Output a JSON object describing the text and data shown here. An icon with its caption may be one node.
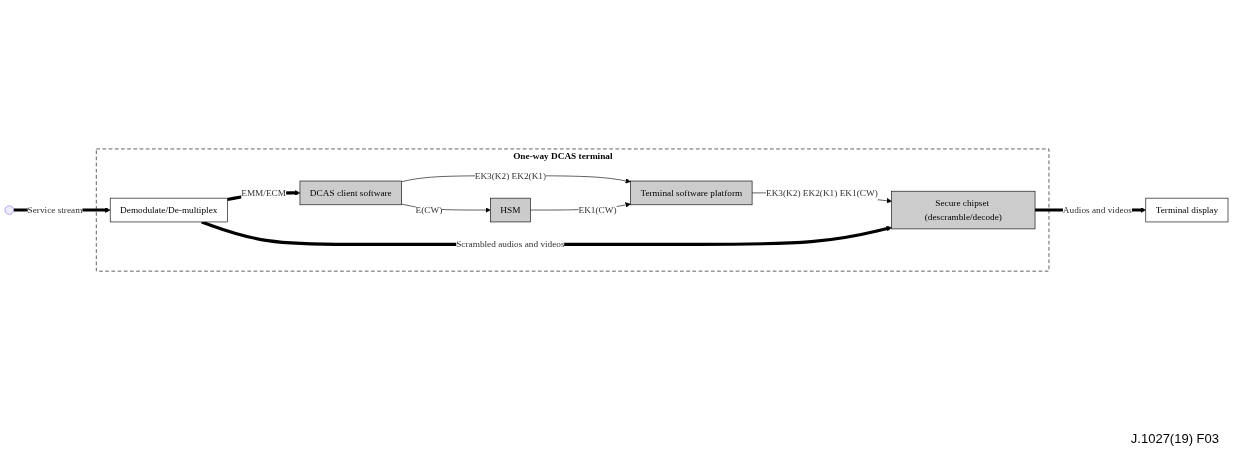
{
  "diagram": {
    "nodes": [
      {
        "text": [
          "One-way DCAS terminal"
        ]
      },
      {
        "text": [
          "Demodulate/De-multiplex"
        ],
        "in": 0
      },
      {
        "text": [
          "DCAS client software"
        ],
        "in": 0
      },
      {
        "text": [
          "HSM"
        ],
        "in": 0
      },
      {
        "text": [
          "Terminal software platform"
        ],
        "in": 0
      },
      {
        "text": [
          "Secure chipset (descramble/decode)"
        ],
        "in": 0
      },
      {
        "text": [
          "Terminal display"
        ]
      }
    ],
    "edges": [
      {
        "from": null,
        "to": 1,
        "arrow": "to",
        "label": "Service stream",
        "style": "thick"
      },
      {
        "from": 1,
        "to": 2,
        "arrow": "to",
        "label": "EMM/ECM",
        "style": "thick"
      },
      {
        "from": 2,
        "to": 4,
        "arrow": "to",
        "label": "EK3(K2) EK2(K1)"
      },
      {
        "from": 2,
        "to": 3,
        "arrow": "to",
        "label": "E(CW)"
      },
      {
        "from": 3,
        "to": 4,
        "arrow": "to",
        "label": "EK1(CW)"
      },
      {
        "from": 4,
        "to": 5,
        "arrow": "to",
        "label": "EK3(K2) EK2(K1) EK1(CW)"
      },
      {
        "from": 1,
        "to": 5,
        "arrow": "to",
        "label": "Scrambled audios and videos",
        "style": "thick"
      },
      {
        "from": 5,
        "to": 6,
        "arrow": "to",
        "label": "Audios and videos",
        "style": "thick"
      }
    ],
    "labels": [
      "J.1027(19) F03"
    ]
  }
}
